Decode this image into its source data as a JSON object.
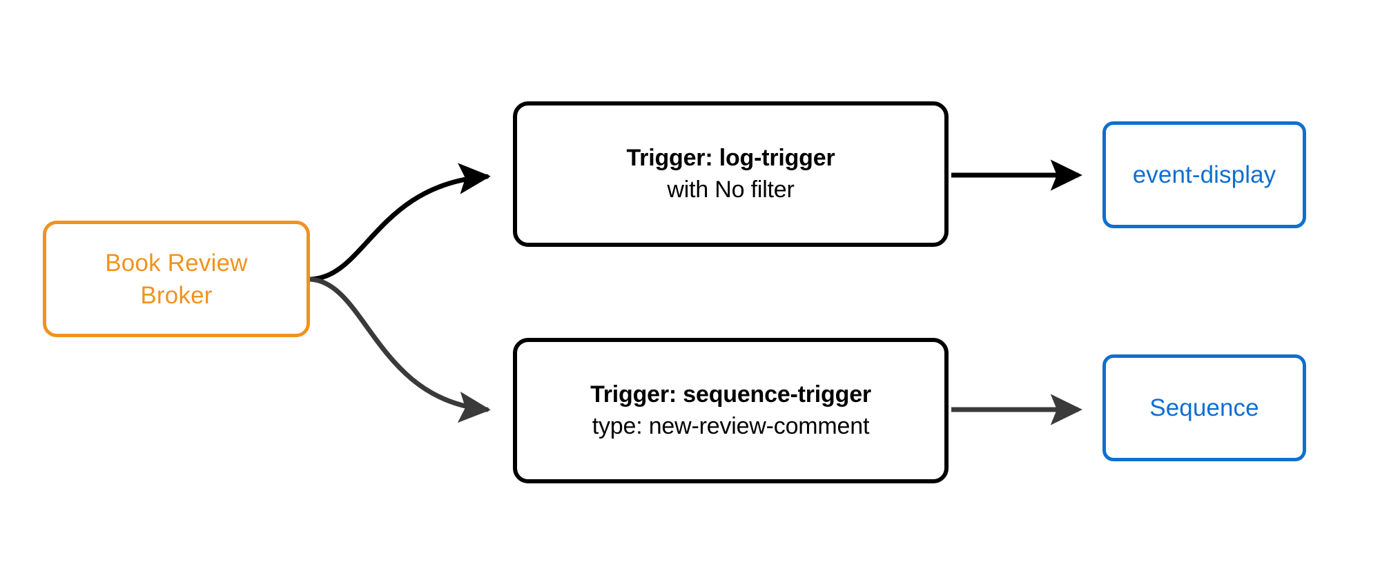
{
  "diagram": {
    "type": "flow-diagram",
    "background_color": "#ffffff",
    "nodes": {
      "source": {
        "id": "book-review-broker",
        "line1": "Book Review",
        "line2": "Broker",
        "color": "#f0921f",
        "shape": "rounded-rectangle"
      },
      "trigger_log": {
        "id": "log-trigger",
        "title": "Trigger: log-trigger",
        "subtitle": "with No filter",
        "color": "#000000",
        "shape": "rounded-rectangle"
      },
      "trigger_sequence": {
        "id": "sequence-trigger",
        "title": "Trigger: sequence-trigger",
        "subtitle": "type: new-review-comment",
        "color": "#000000",
        "shape": "rounded-rectangle"
      },
      "sink_event_display": {
        "id": "event-display",
        "label": "event-display",
        "color": "#0f6fcf",
        "shape": "rounded-rectangle"
      },
      "sink_sequence": {
        "id": "sequence",
        "label": "Sequence",
        "color": "#0f6fcf",
        "shape": "rounded-rectangle"
      }
    },
    "edges": [
      {
        "id": "broker-to-log-trigger",
        "from": "book-review-broker",
        "to": "log-trigger",
        "style": "curved",
        "color": "#000000",
        "arrowhead": "solid-triangle"
      },
      {
        "id": "broker-to-sequence-trigger",
        "from": "book-review-broker",
        "to": "sequence-trigger",
        "style": "curved",
        "color": "#3a3a3a",
        "arrowhead": "solid-triangle"
      },
      {
        "id": "log-trigger-to-event-display",
        "from": "log-trigger",
        "to": "event-display",
        "style": "straight",
        "color": "#000000",
        "arrowhead": "solid-triangle"
      },
      {
        "id": "sequence-trigger-to-sequence",
        "from": "sequence-trigger",
        "to": "sequence",
        "style": "straight",
        "color": "#3a3a3a",
        "arrowhead": "solid-triangle"
      }
    ]
  }
}
